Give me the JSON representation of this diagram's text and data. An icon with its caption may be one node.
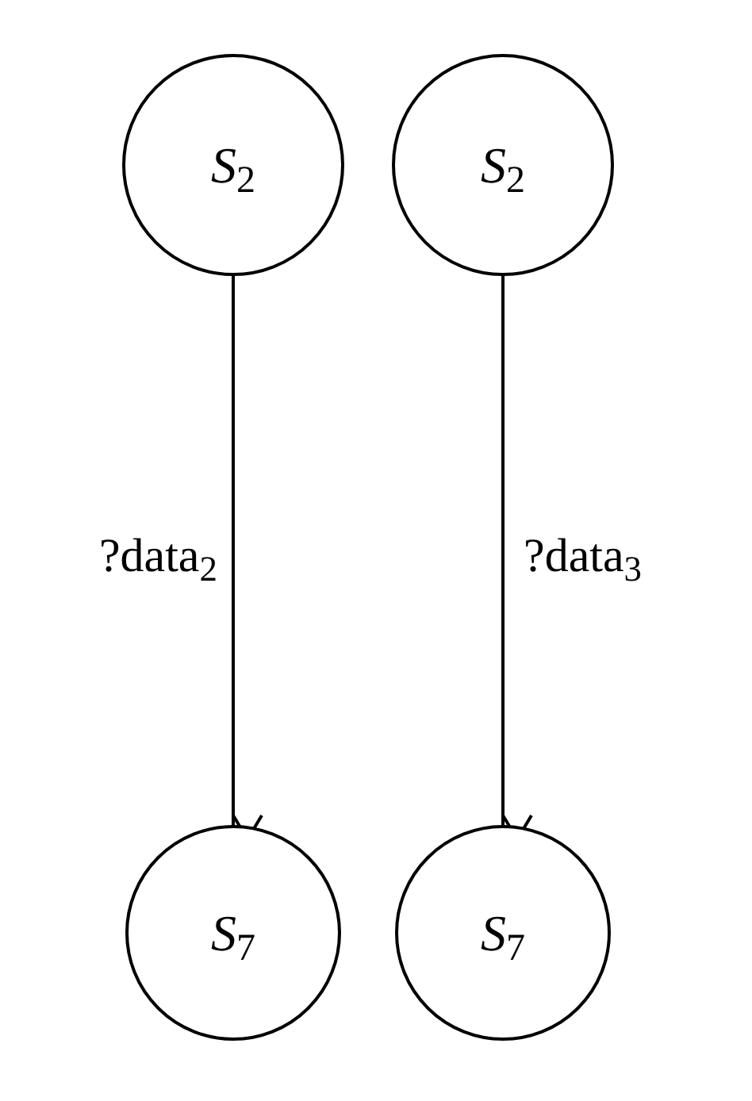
{
  "diagram": {
    "nodes": [
      {
        "text": [
          "*S*$_{2}$"
        ]
      },
      {
        "text": [
          "*S*$_{2}$"
        ]
      },
      {
        "text": [
          "*S*$_{7}$"
        ]
      },
      {
        "text": [
          "*S*$_{7}$"
        ]
      }
    ],
    "edges": [
      {
        "from": 0,
        "to": 2,
        "arrow": "to",
        "label": "?data$_{2}$"
      },
      {
        "from": 1,
        "to": 3,
        "arrow": "to",
        "label": "?data$_{3}$"
      }
    ]
  }
}
